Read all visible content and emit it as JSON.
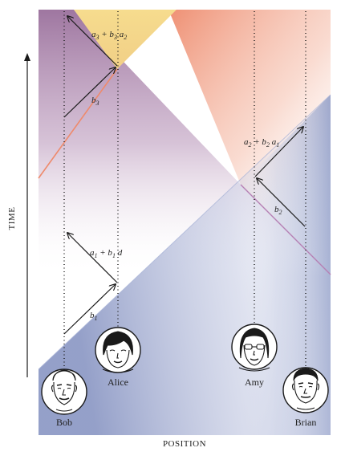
{
  "axes": {
    "time_label": "TIME",
    "position_label": "POSITION"
  },
  "people": [
    {
      "id": "bob",
      "name": "Bob"
    },
    {
      "id": "alice",
      "name": "Alice"
    },
    {
      "id": "amy",
      "name": "Amy"
    },
    {
      "id": "brian",
      "name": "Brian"
    }
  ],
  "signal_labels": {
    "b1": "b1",
    "b1_sym": "b",
    "b1_sub": "1",
    "b2_sym": "b",
    "b2_sub": "2",
    "b3_sym": "b",
    "b3_sub": "3",
    "a1_b1_d": "a1 + b1 d",
    "a2_b2_a1": "a2 + b2 a1",
    "a3_b3_a2": "a3 + b3 a2"
  },
  "colors": {
    "blue": "#8e9cc8",
    "purple": "#9a6e9c",
    "orange": "#ef8e6c",
    "yellow": "#f3d98c",
    "arrow": "#1a1a1a"
  }
}
